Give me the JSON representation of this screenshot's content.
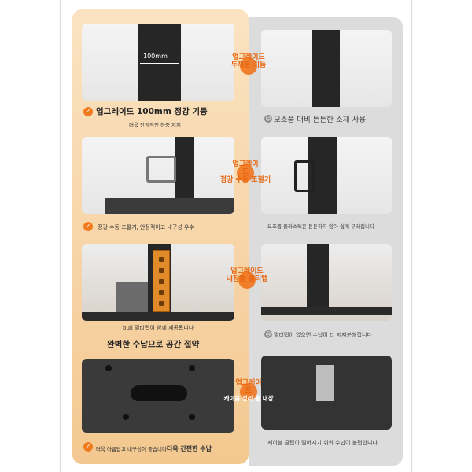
{
  "colors": {
    "accent": "#f07a1e",
    "left_panel": "#f6cf99",
    "right_panel": "#dcdcdc",
    "pole": "#262626"
  },
  "upgrade_badges": [
    {
      "line1": "업그레이드",
      "line2": "두꺼운 기둥"
    },
    {
      "line1": "업그레이",
      "line2": "드",
      "line3": "정강 수동 조절기"
    },
    {
      "line1": "업그레이드",
      "line2": "내장형 멀티탭"
    },
    {
      "line1": "업그레이",
      "line2": "드",
      "line3": "케이블 정리 홀 내장"
    }
  ],
  "left": {
    "row1": {
      "dimension": "100mm",
      "title": "업그레이드 100mm 정강 기둥",
      "subtitle": "더욱 안정적인 하중 지지"
    },
    "row2": {
      "caption": "정강 수동 조절기, 안정적이고 내구성 우수"
    },
    "row3": {
      "caption": "bull 멀티탭이 함께 제공됩니다",
      "title": "완벽한 수납으로 공간 절약"
    },
    "row4": {
      "caption": "더욱 아름답고 내구성이 좋습니다",
      "caption_tail": "더욱 간편한 수납"
    }
  },
  "right": {
    "row1": {
      "caption": "모조품 대비 튼튼한 소재 사용"
    },
    "row2": {
      "caption": "모조품 플라스틱은 튼튼하지 않아 쉽게 부러집니다"
    },
    "row3": {
      "caption": "멀티탭이 없으면 수납이 더 지저분해집니다"
    },
    "row4": {
      "caption": "케이블 클립이 떨어지기 쉬워 수납이 불편합니다"
    }
  },
  "icons": {
    "check": "check-circle-icon",
    "sad": "sad-face-icon"
  }
}
